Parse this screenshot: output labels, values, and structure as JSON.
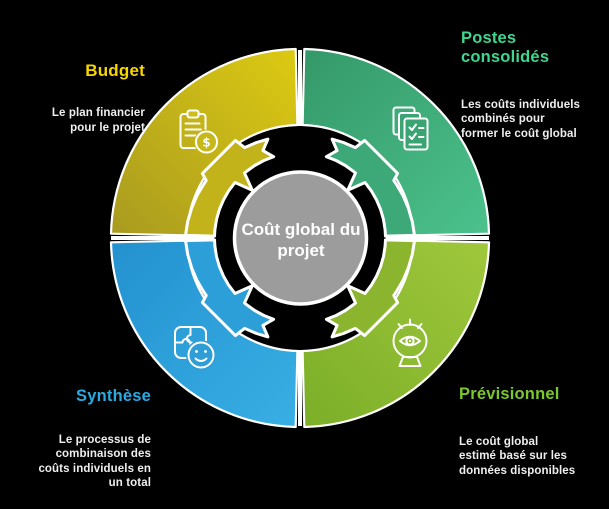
{
  "background": "#000000",
  "center": {
    "label": "Coût global du projet",
    "fill": "#9c9c9c",
    "outline": "#ffffff",
    "text_color": "#ffffff"
  },
  "quadrants": [
    {
      "id": "budget",
      "title": "Budget",
      "description": "Le plan financier\npour le projet",
      "title_color": "#f6d600",
      "gradient": [
        "#ddca12",
        "#a89a20"
      ],
      "arrow_color": "#c2b31a",
      "icon": "clipboard-dollar-icon"
    },
    {
      "id": "postes-consolides",
      "title": "Postes\nconsolidés",
      "description": "Les coûts individuels\ncombinés pour\nformer le coût global",
      "title_color": "#3fd68f",
      "gradient": [
        "#349868",
        "#4cc28d"
      ],
      "arrow_color": "#3da878",
      "icon": "documents-checklist-icon"
    },
    {
      "id": "synthese",
      "title": "Synthèse",
      "description": "Le processus de\ncombinaison des\ncoûts individuels en\nun total",
      "title_color": "#29abe2",
      "gradient": [
        "#2391cf",
        "#38afe4"
      ],
      "arrow_color": "#2d9fd8",
      "icon": "puzzle-smiley-icon"
    },
    {
      "id": "previsionnel",
      "title": "Prévisionnel",
      "description": "Le coût global\nestimé basé sur les\ndonnées disponibles",
      "title_color": "#7ac82e",
      "gradient": [
        "#a0c83c",
        "#7bae28"
      ],
      "arrow_color": "#8bb52f",
      "icon": "crystal-ball-eye-icon"
    }
  ],
  "body_text_color": "#efefef"
}
